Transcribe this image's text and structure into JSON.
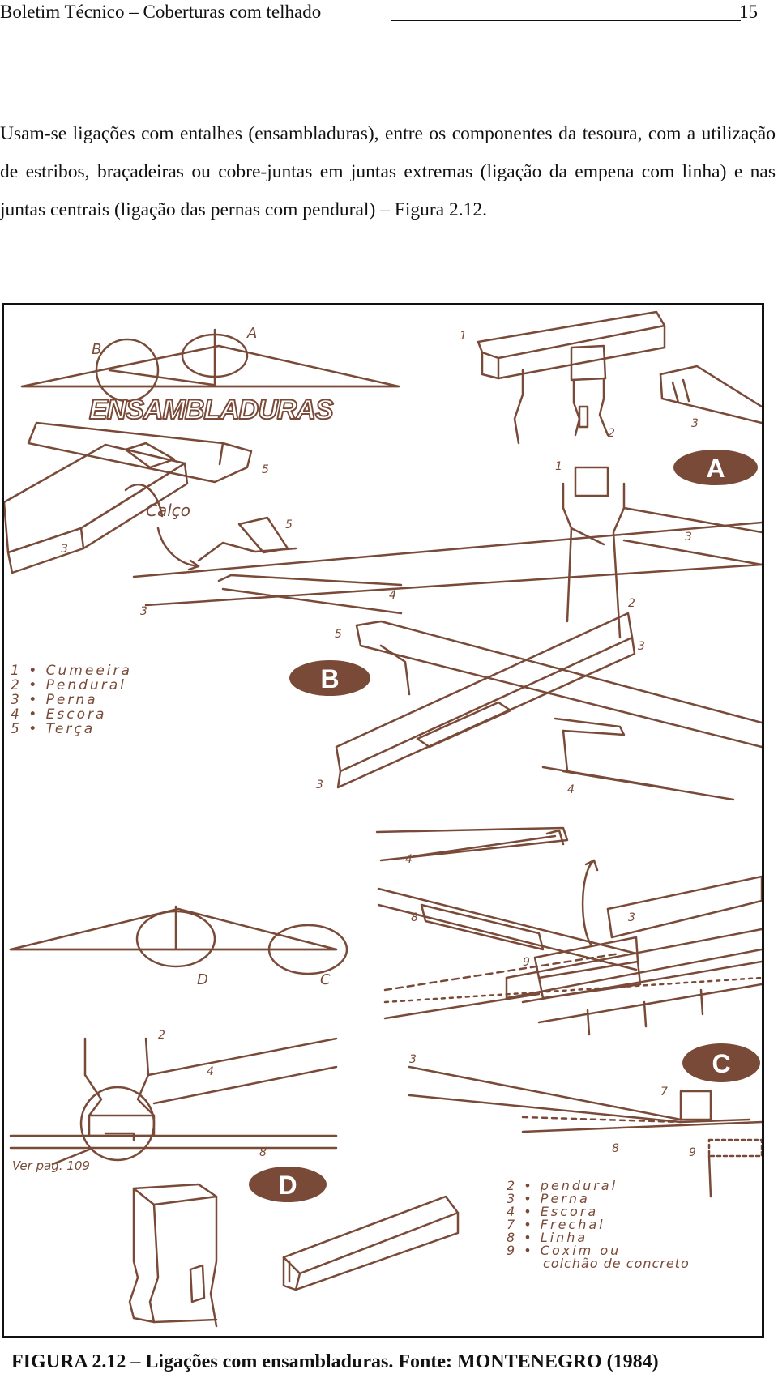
{
  "header": {
    "title": "Boletim Técnico – Coberturas com telhado",
    "page_number": "15"
  },
  "paragraph": "Usam-se ligações com entalhes (ensambladuras), entre os componentes da tesoura, com a utilização de estribos, braçadeiras ou cobre-juntas em juntas extremas (ligação da empena com linha) e nas juntas centrais (ligação das pernas com pendural) – Figura 2.12.",
  "figure": {
    "heading": "ENSAMBLADURAS",
    "badges": {
      "a": "A",
      "b": "B",
      "c": "C",
      "d": "D"
    },
    "calco_label": "Calço",
    "see_page": "Ver pag. 109",
    "point_labels": {
      "a": "A",
      "b": "B",
      "c": "C",
      "d": "D"
    },
    "part_numbers": {
      "n1": "1",
      "n2": "2",
      "n3": "3",
      "n4": "4",
      "n5": "5",
      "n7": "7",
      "n8": "8",
      "n9": "9"
    },
    "legend_left": [
      "1 • Cumeeira",
      "2 • Pendural",
      "3 • Perna",
      "4 • Escora",
      "5 • Terça"
    ],
    "legend_right": [
      "2 • pendural",
      "3 • Perna",
      "4 • Escora",
      "7 • Frechal",
      "8 • Linha",
      "9 • Coxim ou",
      "colchão de concreto"
    ],
    "line_color": "#7a4a38",
    "badge_color": "#7a4a38"
  },
  "caption": "FIGURA 2.12 – Ligações com ensambladuras. Fonte: MONTENEGRO (1984)"
}
